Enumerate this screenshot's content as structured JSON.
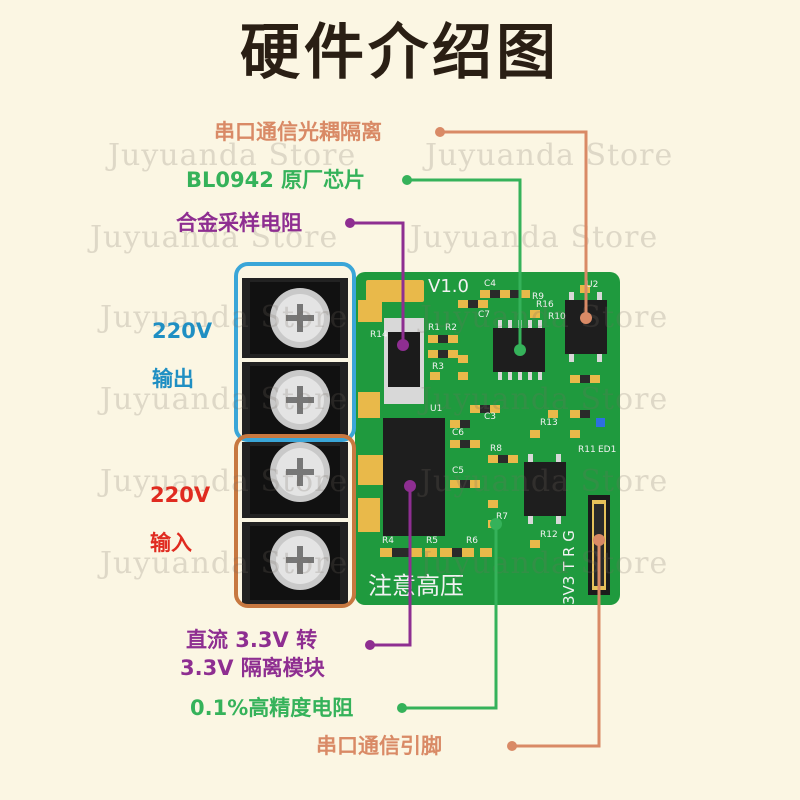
{
  "title": "硬件介绍图",
  "watermark": "Juyuanda Store",
  "labels": {
    "serial_optocoupler": "串口通信光耦隔离",
    "bl0942_chip": "BL0942 原厂芯片",
    "alloy_resistor": "合金采样电阻",
    "output_voltage": "220V",
    "output_text": "输出",
    "input_voltage": "220V",
    "input_text": "输入",
    "dc_module_line1": "直流 3.3V 转",
    "dc_module_line2": "3.3V 隔离模块",
    "precision_resistor": "0.1%高精度电阻",
    "serial_pins": "串口通信引脚"
  },
  "board": {
    "version": "V1.0",
    "warning": "注意高压",
    "pin_label": "3V3 T R G",
    "silkscreen": [
      "R14",
      "R1",
      "R2",
      "R3",
      "C4",
      "R9",
      "C7",
      "R10",
      "R16",
      "U2",
      "U1",
      "C3",
      "R13",
      "C6",
      "R8",
      "C5",
      "R11",
      "ED1",
      "R7",
      "R4",
      "R5",
      "R6",
      "R12"
    ]
  },
  "colors": {
    "background": "#fbf6e3",
    "pcb": "#1f9a3e",
    "orange_line": "#d98a66",
    "green_line": "#35b25a",
    "purple_line": "#8e2e91",
    "output_box": "#3aa6d8",
    "input_box": "#c77840"
  }
}
